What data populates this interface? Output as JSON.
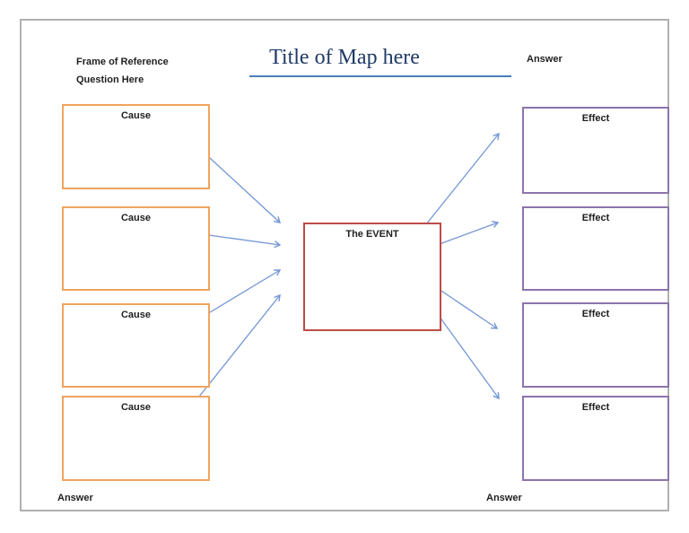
{
  "header": {
    "frame_of_reference_line1": "Frame of Reference",
    "frame_of_reference_line2": "Question Here",
    "title": "Title of Map here",
    "answer_top_right": "Answer"
  },
  "footer": {
    "answer_bottom_left": "Answer",
    "answer_bottom_right": "Answer"
  },
  "diagram": {
    "event": {
      "label": "The EVENT"
    },
    "causes": [
      {
        "label": "Cause"
      },
      {
        "label": "Cause"
      },
      {
        "label": "Cause"
      },
      {
        "label": "Cause"
      }
    ],
    "effects": [
      {
        "label": "Effect"
      },
      {
        "label": "Effect"
      },
      {
        "label": "Effect"
      },
      {
        "label": "Effect"
      }
    ]
  },
  "colors": {
    "cause_border": "#f0a35e",
    "effect_border": "#8c74ac",
    "event_border": "#be4b48",
    "arrow": "#7296d4",
    "title_text": "#1f3a68",
    "title_underline": "#4a7ebb",
    "page_border": "#b0b0b0",
    "text": "#1f1f1f"
  }
}
